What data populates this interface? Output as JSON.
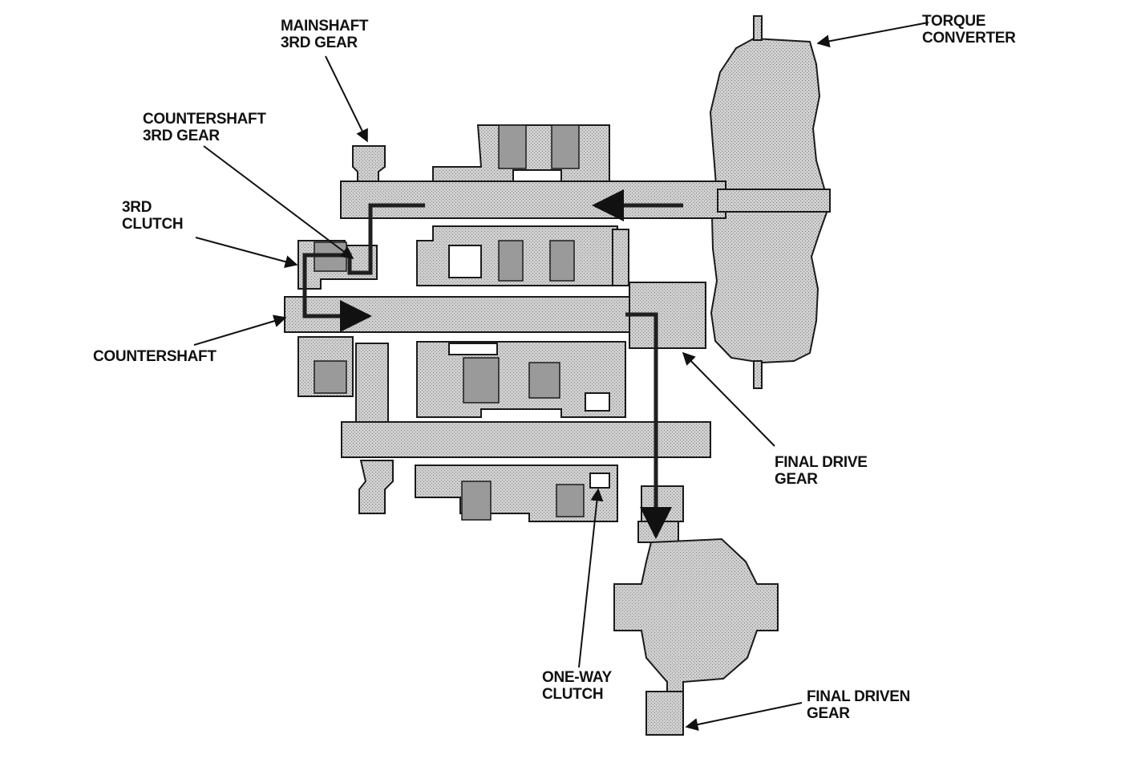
{
  "labels": {
    "mainshaft_3rd_gear": [
      "MAINSHAFT",
      "3RD GEAR"
    ],
    "countershaft_3rd_gear": [
      "COUNTERSHAFT",
      "3RD GEAR"
    ],
    "third_clutch": [
      "3RD",
      "CLUTCH"
    ],
    "countershaft": [
      "COUNTERSHAFT"
    ],
    "torque_converter": [
      "TORQUE",
      "CONVERTER"
    ],
    "final_drive_gear": [
      "FINAL DRIVE",
      "GEAR"
    ],
    "one_way_clutch": [
      "ONE-WAY",
      "CLUTCH"
    ],
    "final_driven_gear": [
      "FINAL DRIVEN",
      "GEAR"
    ]
  },
  "colors": {
    "part_fill": "#c9c9c9",
    "line": "#1a1a1a",
    "power_flow": "#1f1f1f"
  }
}
